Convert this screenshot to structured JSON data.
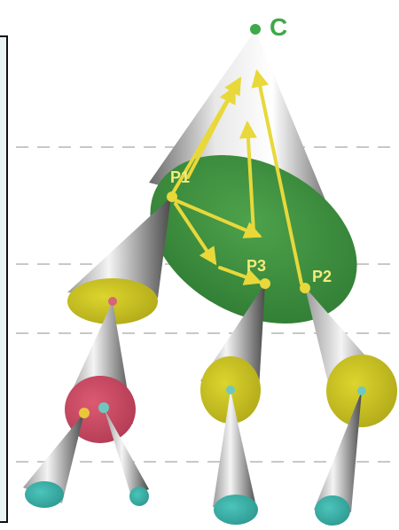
{
  "labels": {
    "root": "C",
    "p1": "P1",
    "p2": "P2",
    "p3": "P3"
  },
  "colors": {
    "green_disc": "#3f8f3e",
    "yellow_disc": "#c8c224",
    "pink_disc": "#c84a64",
    "teal_disc": "#3bb0a8",
    "arrow": "#e8d83a",
    "root_dot": "#3fa84a",
    "dash": "#c8c8c8"
  }
}
